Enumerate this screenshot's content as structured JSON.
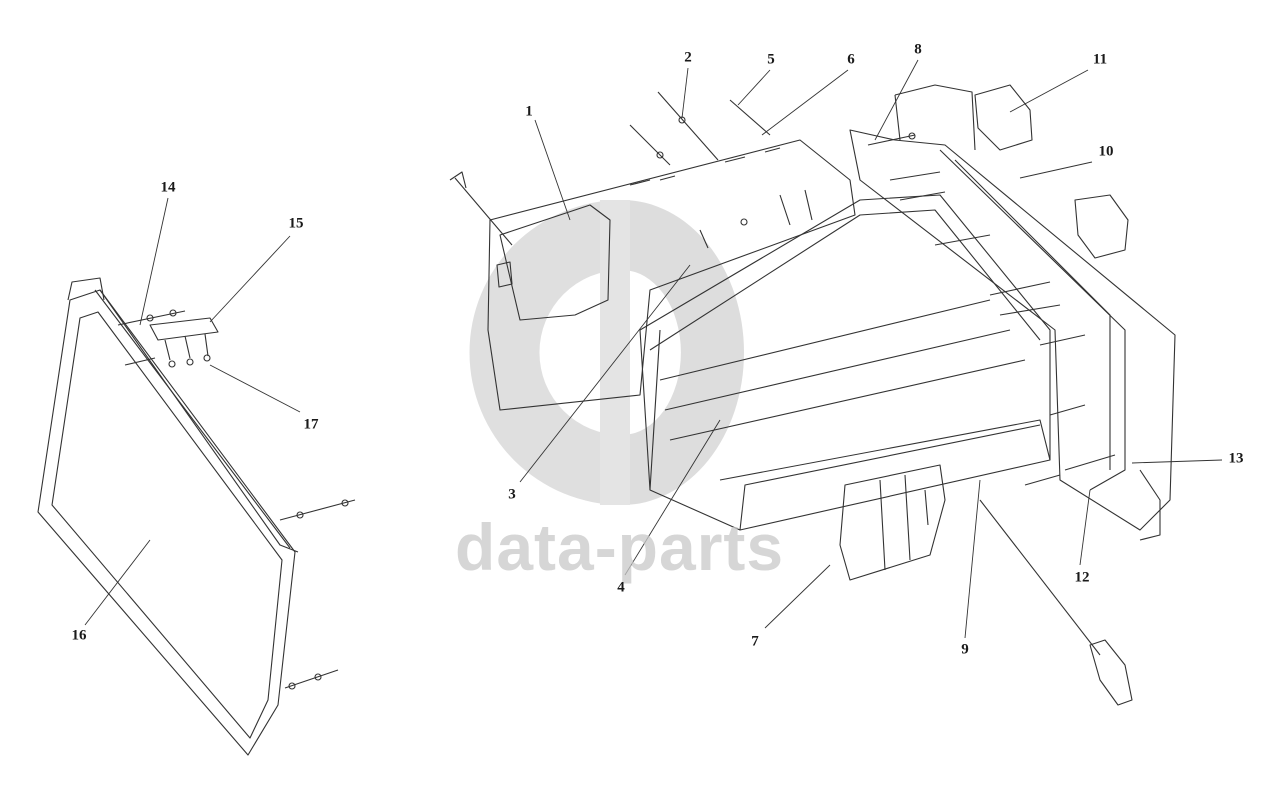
{
  "watermark": {
    "text": "data-parts",
    "color": "#c9c9c9"
  },
  "callouts": [
    {
      "id": "c1",
      "label": "1"
    },
    {
      "id": "c2",
      "label": "2"
    },
    {
      "id": "c3",
      "label": "3"
    },
    {
      "id": "c4",
      "label": "4"
    },
    {
      "id": "c5",
      "label": "5"
    },
    {
      "id": "c6",
      "label": "6"
    },
    {
      "id": "c7",
      "label": "7"
    },
    {
      "id": "c8",
      "label": "8"
    },
    {
      "id": "c9",
      "label": "9"
    },
    {
      "id": "c10",
      "label": "10"
    },
    {
      "id": "c11",
      "label": "11"
    },
    {
      "id": "c12",
      "label": "12"
    },
    {
      "id": "c13",
      "label": "13"
    },
    {
      "id": "c14",
      "label": "14"
    },
    {
      "id": "c15",
      "label": "15"
    },
    {
      "id": "c16",
      "label": "16"
    },
    {
      "id": "c17",
      "label": "17"
    }
  ]
}
